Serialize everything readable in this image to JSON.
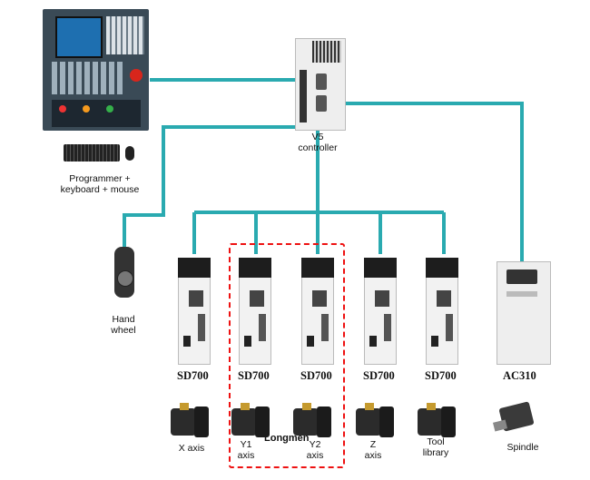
{
  "cnc_label": [
    "Programmer +",
    "keyboard + mouse"
  ],
  "controller_label": [
    "V5",
    "controller"
  ],
  "handwheel_label": [
    "Hand",
    "wheel"
  ],
  "drives": [
    {
      "model": "SD700",
      "axis": "X axis"
    },
    {
      "model": "SD700",
      "axis": "Y1 axis"
    },
    {
      "model": "SD700",
      "axis": "Y2 axis"
    },
    {
      "model": "SD700",
      "axis": "Z axis"
    },
    {
      "model": "SD700",
      "axis": "Tool library"
    }
  ],
  "inverter": {
    "model": "AC310",
    "load": "Spindle"
  },
  "group_label": "Longmen",
  "colors": {
    "wire": "#2aaab0",
    "group_box": "#e11111",
    "panel": "#3a4a56"
  }
}
